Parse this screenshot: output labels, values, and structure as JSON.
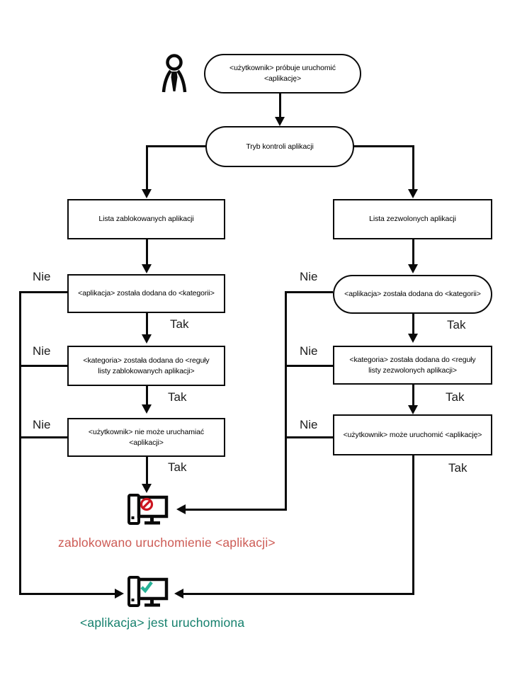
{
  "labels": {
    "no": "Nie",
    "yes": "Tak"
  },
  "nodes": {
    "start_line1": "<użytkownik> próbuje uruchomić",
    "start_line2": "<aplikację>",
    "mode": "Tryb kontroli aplikacji",
    "blocked_list": "Lista zablokowanych aplikacji",
    "allowed_list": "Lista zezwolonych aplikacji",
    "left_app_added": "<aplikacja> została dodana do <kategorii>",
    "left_cat_added_line1": "<kategoria> została dodana do <reguły",
    "left_cat_added_line2": "listy zablokowanych aplikacji>",
    "left_user_line1": "<użytkownik> nie może uruchamiać",
    "left_user_line2": "<aplikacji>",
    "right_app_added": "<aplikacja> została dodana do <kategorii>",
    "right_cat_added_line1": "<kategoria> została dodana do <reguły",
    "right_cat_added_line2": "listy zezwolonych aplikacji>",
    "right_user_can": "<użytkownik> może uruchomić <aplikację>"
  },
  "results": {
    "blocked": "zablokowano uruchomienie  <aplikacji>",
    "running": "<aplikacja> jest uruchomiona"
  },
  "icons": {
    "person": "person-silhouette",
    "blocked": "monitor-with-prohibition-sign",
    "running": "monitor-with-check-mark"
  },
  "colors": {
    "line": "#0a0a0a",
    "prohibit_red": "#cc1520",
    "blocked_text": "#cd5b55",
    "check_green": "#27b398",
    "running_text": "#15806d"
  }
}
